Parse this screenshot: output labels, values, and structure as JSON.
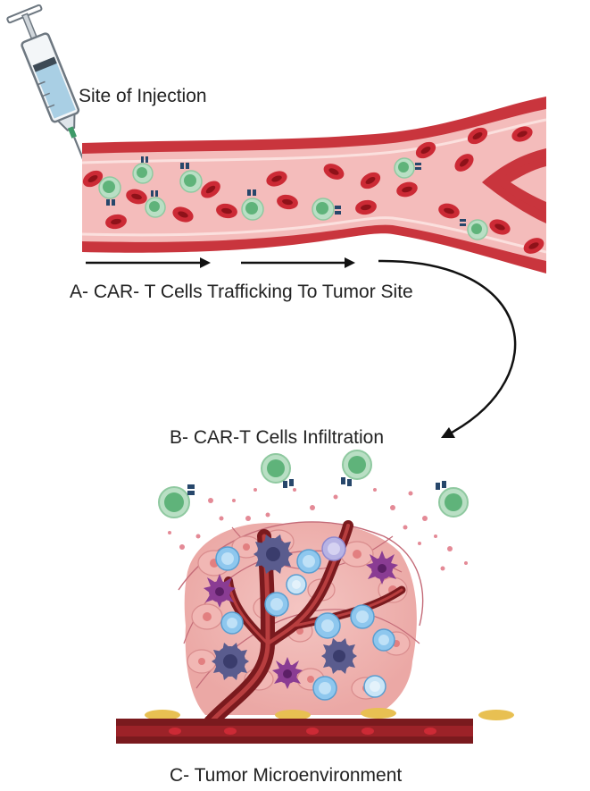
{
  "labels": {
    "injection": "Site of Injection",
    "trafficking": "A- CAR- T Cells Trafficking To Tumor Site",
    "infiltration": "B- CAR-T Cells Infiltration",
    "microenvironment": "C- Tumor Microenvironment"
  },
  "colors": {
    "vessel_outer": "#c9353d",
    "vessel_inner": "#f6c1bf",
    "vessel_dark": "#7a1a1e",
    "rbc": "#cc2a35",
    "rbc_center": "#8e1219",
    "tcell_body": "#b9dfc4",
    "tcell_nucleus": "#5fb37a",
    "car_receptor": "#27476b",
    "tumor_cell": "#f1b7b4",
    "tumor_nucleus": "#e27f80",
    "macrophage": "#5a5c8e",
    "dendritic": "#8a3c93",
    "immune_blue": "#8ec7ee",
    "arrow": "#111111",
    "fat_cell": "#e8c052"
  }
}
